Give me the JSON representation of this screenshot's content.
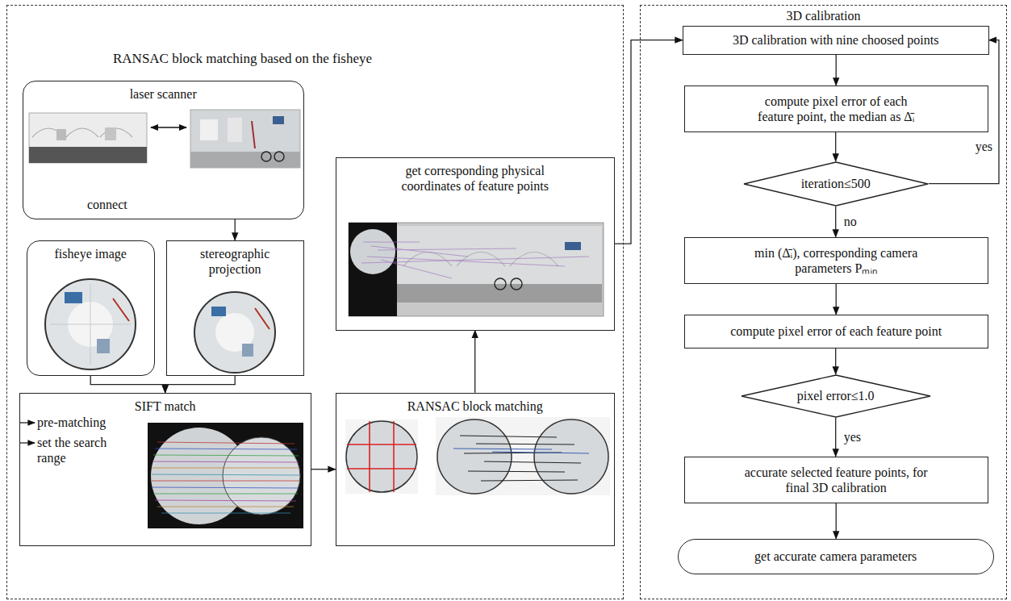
{
  "diagram": {
    "nodes": [
      {
        "text": [
          "RANSAC block matching based on the fisheye"
        ]
      },
      {
        "text": [
          "3D calibration"
        ]
      },
      {
        "text": [
          "laser scanner"
        ],
        "in": 0
      },
      {
        "text": [
          "fisheye image"
        ],
        "in": 0
      },
      {
        "text": [
          "stereographic projection"
        ],
        "in": 0
      },
      {
        "text": [
          "SIFT match"
        ],
        "in": 0
      },
      {
        "text": [
          "RANSAC block matching"
        ],
        "in": 0
      },
      {
        "text": [
          "get corresponding physical coordinates of feature points"
        ],
        "in": 0
      },
      {
        "text": [
          "3D calibration with nine choosed points"
        ],
        "in": 1
      },
      {
        "text": [
          "compute pixel error of each feature point, the median as Δ̄ᵢ"
        ],
        "in": 1
      },
      {
        "text": [
          "iteration≤500"
        ],
        "in": 1
      },
      {
        "text": [
          "min (Δ̄ᵢ), corresponding camera parameters Pₘᵢₙ"
        ],
        "in": 1
      },
      {
        "text": [
          "compute pixel error of each feature point"
        ],
        "in": 1
      },
      {
        "text": [
          "pixel error≤1.0"
        ],
        "in": 1
      },
      {
        "text": [
          "accurate selected feature points, for final 3D calibration"
        ],
        "in": 1
      },
      {
        "text": [
          "get accurate camera parameters"
        ],
        "in": 1
      }
    ],
    "edges": [
      {
        "from": 2,
        "to": 4,
        "arrow": "to"
      },
      {
        "from": 3,
        "to": 5,
        "arrow": "to"
      },
      {
        "from": 4,
        "to": 5,
        "arrow": "to"
      },
      {
        "from": 5,
        "to": 6,
        "arrow": "to"
      },
      {
        "from": 6,
        "to": 7,
        "arrow": "to"
      },
      {
        "from": 7,
        "to": 8,
        "arrow": "to"
      },
      {
        "from": 8,
        "to": 9,
        "arrow": "to"
      },
      {
        "from": 9,
        "to": 10,
        "arrow": "to"
      },
      {
        "from": 10,
        "to": 8,
        "label": "yes",
        "arrow": "to"
      },
      {
        "from": 10,
        "to": 11,
        "label": "no",
        "arrow": "to"
      },
      {
        "from": 11,
        "to": 12,
        "arrow": "to"
      },
      {
        "from": 12,
        "to": 13,
        "arrow": "to"
      },
      {
        "from": 13,
        "to": 14,
        "label": "yes",
        "arrow": "to"
      },
      {
        "from": 14,
        "to": 15,
        "arrow": "to"
      }
    ],
    "labels": [
      "connect",
      "pre-matching",
      "set the search range"
    ]
  }
}
